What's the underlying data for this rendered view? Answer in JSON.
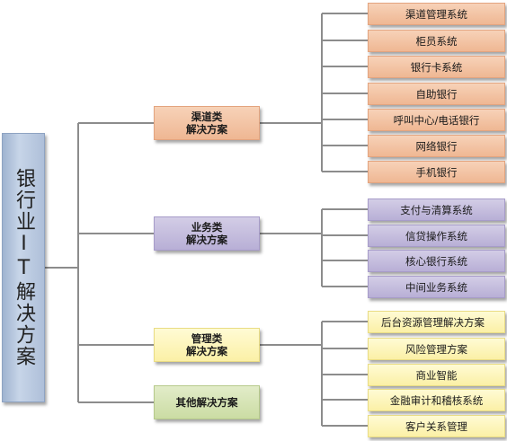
{
  "root": {
    "label": "银行业IT解决方案"
  },
  "categories": [
    {
      "line1": "渠道类",
      "line2": "解决方案",
      "items": [
        "渠道管理系统",
        "柜员系统",
        "银行卡系统",
        "自助银行",
        "呼叫中心/电话银行",
        "网络银行",
        "手机银行"
      ]
    },
    {
      "line1": "业务类",
      "line2": "解决方案",
      "items": [
        "支付与清算系统",
        "信贷操作系统",
        "核心银行系统",
        "中间业务系统"
      ]
    },
    {
      "line1": "管理类",
      "line2": "解决方案",
      "items": [
        "后台资源管理解决方案",
        "风险管理方案",
        "商业智能",
        "金融审计和稽核系统",
        "客户关系管理"
      ]
    },
    {
      "line1": "其他解决方案",
      "line2": "",
      "items": []
    }
  ],
  "colors": {
    "channel": "#efb793",
    "business": "#b8afd6",
    "management": "#fbf0a6",
    "other": "#cbdca3",
    "root": "#b5c6df",
    "connector": "#8c8c8c"
  }
}
